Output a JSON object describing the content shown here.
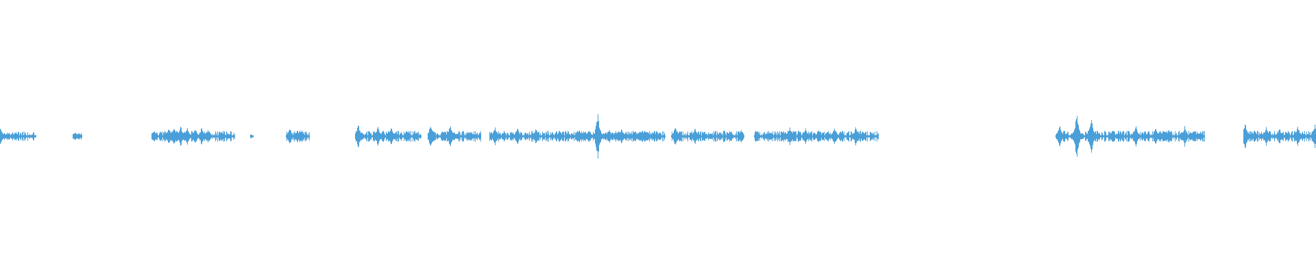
{
  "waveform": {
    "wave_color": "#4a9fd8",
    "background_color": "#ffffff",
    "segments": [
      {
        "start": 0.0,
        "end": 0.027,
        "level": 0.35,
        "peaks": [
          [
            0.0,
            0.75
          ],
          [
            0.012,
            0.25
          ],
          [
            0.022,
            0.15
          ]
        ]
      },
      {
        "start": 0.055,
        "end": 0.062,
        "level": 0.25,
        "peaks": [
          [
            0.057,
            0.3
          ],
          [
            0.06,
            0.25
          ]
        ]
      },
      {
        "start": 0.115,
        "end": 0.178,
        "level": 0.4,
        "peaks": [
          [
            0.117,
            0.5
          ],
          [
            0.128,
            0.7
          ],
          [
            0.132,
            0.8
          ],
          [
            0.137,
            0.9
          ],
          [
            0.142,
            0.75
          ],
          [
            0.148,
            0.65
          ],
          [
            0.153,
            0.7
          ],
          [
            0.158,
            0.55
          ],
          [
            0.17,
            0.3
          ]
        ]
      },
      {
        "start": 0.19,
        "end": 0.192,
        "level": 0.2,
        "peaks": []
      },
      {
        "start": 0.217,
        "end": 0.235,
        "level": 0.45,
        "peaks": [
          [
            0.22,
            0.6
          ],
          [
            0.229,
            0.55
          ]
        ]
      },
      {
        "start": 0.27,
        "end": 0.32,
        "level": 0.4,
        "peaks": [
          [
            0.272,
            1.0
          ],
          [
            0.287,
            0.9
          ],
          [
            0.297,
            0.75
          ],
          [
            0.31,
            0.45
          ]
        ]
      },
      {
        "start": 0.325,
        "end": 0.365,
        "level": 0.4,
        "peaks": [
          [
            0.327,
            0.95
          ],
          [
            0.342,
            1.0
          ],
          [
            0.356,
            0.4
          ]
        ]
      },
      {
        "start": 0.372,
        "end": 0.505,
        "level": 0.4,
        "peaks": [
          [
            0.376,
            0.75
          ],
          [
            0.393,
            0.7
          ],
          [
            0.407,
            0.6
          ],
          [
            0.425,
            0.55
          ],
          [
            0.44,
            0.6
          ],
          [
            0.453,
            0.7
          ],
          [
            0.463,
            0.5
          ],
          [
            0.472,
            0.65
          ],
          [
            0.488,
            0.45
          ]
        ]
      },
      {
        "start": 0.452,
        "end": 0.502,
        "level": 0.3,
        "peaks": [
          [
            0.454,
            1.85
          ],
          [
            0.47,
            0.5
          ],
          [
            0.49,
            0.4
          ]
        ]
      },
      {
        "start": 0.51,
        "end": 0.565,
        "level": 0.4,
        "peaks": [
          [
            0.513,
            0.8
          ],
          [
            0.528,
            0.65
          ],
          [
            0.547,
            0.35
          ],
          [
            0.555,
            0.3
          ],
          [
            0.563,
            0.55
          ]
        ]
      },
      {
        "start": 0.573,
        "end": 0.667,
        "level": 0.4,
        "peaks": [
          [
            0.585,
            0.35
          ],
          [
            0.6,
            0.7
          ],
          [
            0.612,
            0.65
          ],
          [
            0.622,
            0.6
          ],
          [
            0.634,
            0.7
          ],
          [
            0.65,
            0.7
          ]
        ]
      },
      {
        "start": 0.802,
        "end": 0.915,
        "level": 0.4,
        "peaks": [
          [
            0.805,
            0.85
          ],
          [
            0.818,
            1.9
          ],
          [
            0.829,
            1.5
          ],
          [
            0.845,
            0.45
          ],
          [
            0.863,
            0.85
          ],
          [
            0.878,
            0.7
          ],
          [
            0.888,
            0.6
          ],
          [
            0.9,
            0.75
          ]
        ]
      },
      {
        "start": 0.945,
        "end": 1.0,
        "level": 0.4,
        "peaks": [
          [
            0.946,
            1.2
          ],
          [
            0.962,
            0.8
          ],
          [
            0.972,
            0.65
          ],
          [
            0.986,
            0.85
          ],
          [
            0.999,
            0.9
          ]
        ]
      }
    ]
  }
}
